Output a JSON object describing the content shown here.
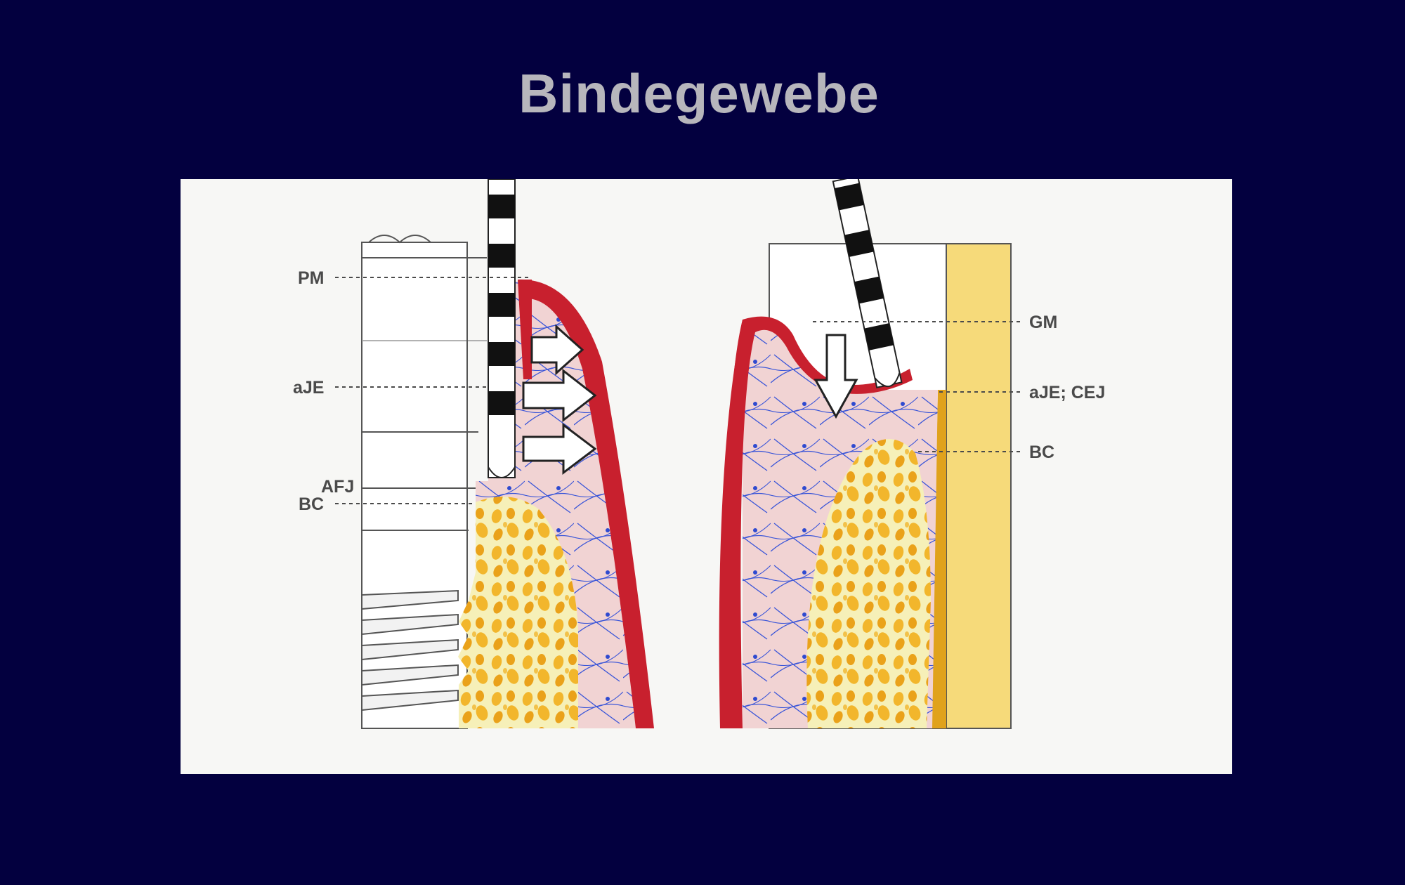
{
  "title": "Bindegewebe",
  "colors": {
    "background": "#03003f",
    "title": "#b7b6bc",
    "panel": "#f7f7f5",
    "epithelium": "#c8202e",
    "connective_tissue": "#f1d3d3",
    "collagen_fibers": "#3a55d8",
    "bone": "#f6f0b8",
    "bone_marrow": "#f2b62c",
    "tooth": "#f6da7a",
    "implant": "#ffffff",
    "probe_band": "#111111"
  },
  "left_panel": {
    "labels": {
      "pm": "PM",
      "aje": "aJE",
      "afj": "AFJ",
      "bc": "BC"
    }
  },
  "right_panel": {
    "labels": {
      "gm": "GM",
      "aje_cej": "aJE; CEJ",
      "bc": "BC"
    }
  }
}
